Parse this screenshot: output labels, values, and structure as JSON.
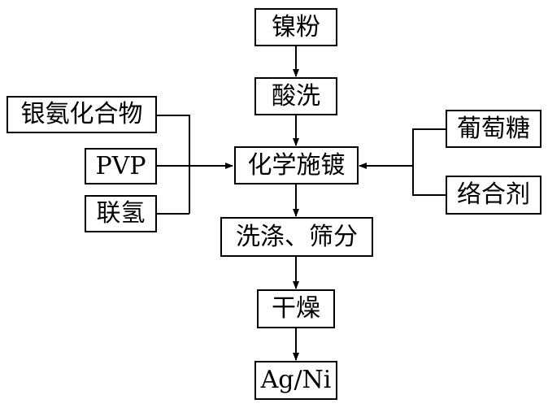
{
  "nodes": {
    "nickel_powder": "镍粉",
    "acid_wash": "酸洗",
    "silver_ammonia": "银氨化合物",
    "pvp": "PVP",
    "hydrazine": "联氢",
    "electroless_plating": "化学施镀",
    "glucose": "葡萄糖",
    "complexing_agent": "络合剂",
    "wash_sieve": "洗涤、筛分",
    "drying": "干燥",
    "product": "Ag/Ni"
  }
}
